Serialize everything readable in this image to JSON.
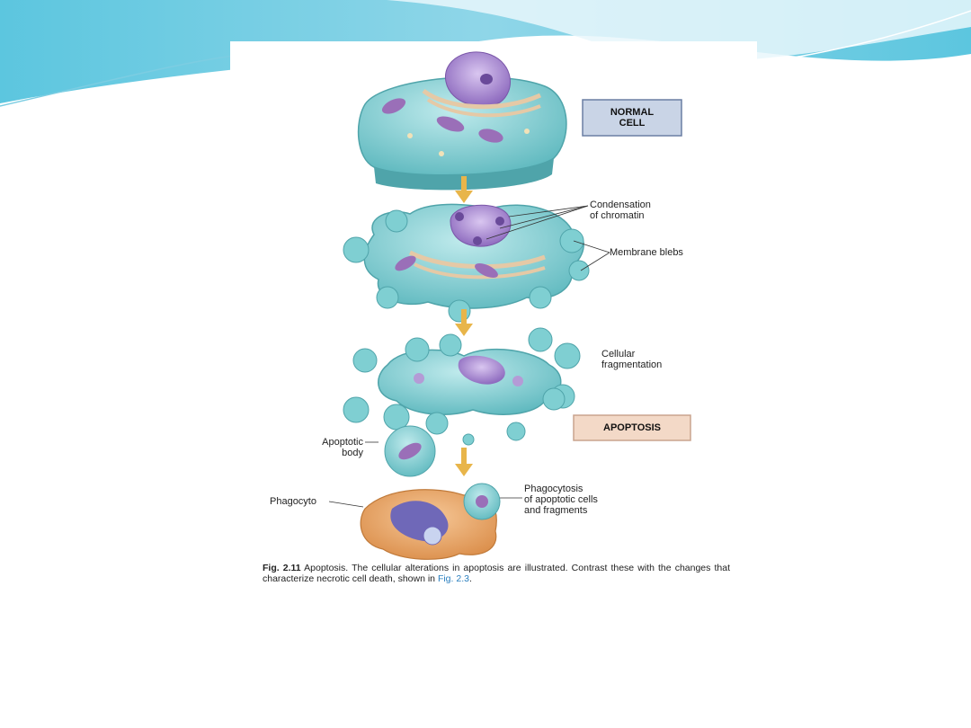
{
  "labels": {
    "normal_cell": [
      "NORMAL",
      "CELL"
    ],
    "condensation": [
      "Condensation",
      "of chromatin"
    ],
    "membrane_blebs": "Membrane blebs",
    "cellular_fragmentation": [
      "Cellular",
      "fragmentation"
    ],
    "apoptosis": "APOPTOSIS",
    "apoptotic_body": [
      "Apoptotic",
      "body"
    ],
    "phagocyte": "Phagocyto",
    "phagocytosis": [
      "Phagocytosis",
      "of apoptotic cells",
      "and fragments"
    ]
  },
  "caption": {
    "fig_label": "Fig. 2.11",
    "text": " Apoptosis. The cellular alterations in apoptosis are illustrated. Contrast these with the changes that characterize necrotic cell death, shown in ",
    "ref": "Fig. 2.3",
    "end": "."
  },
  "colors": {
    "cell": "#7fcfd2",
    "nucleus": "#b49bd6",
    "box_normal": "#c9d4e6",
    "box_apoptosis": "#f3d9c7",
    "arrow": "#e8b54a",
    "phagocyte": "#eeae6b",
    "header_blue": "#5cc6df"
  }
}
